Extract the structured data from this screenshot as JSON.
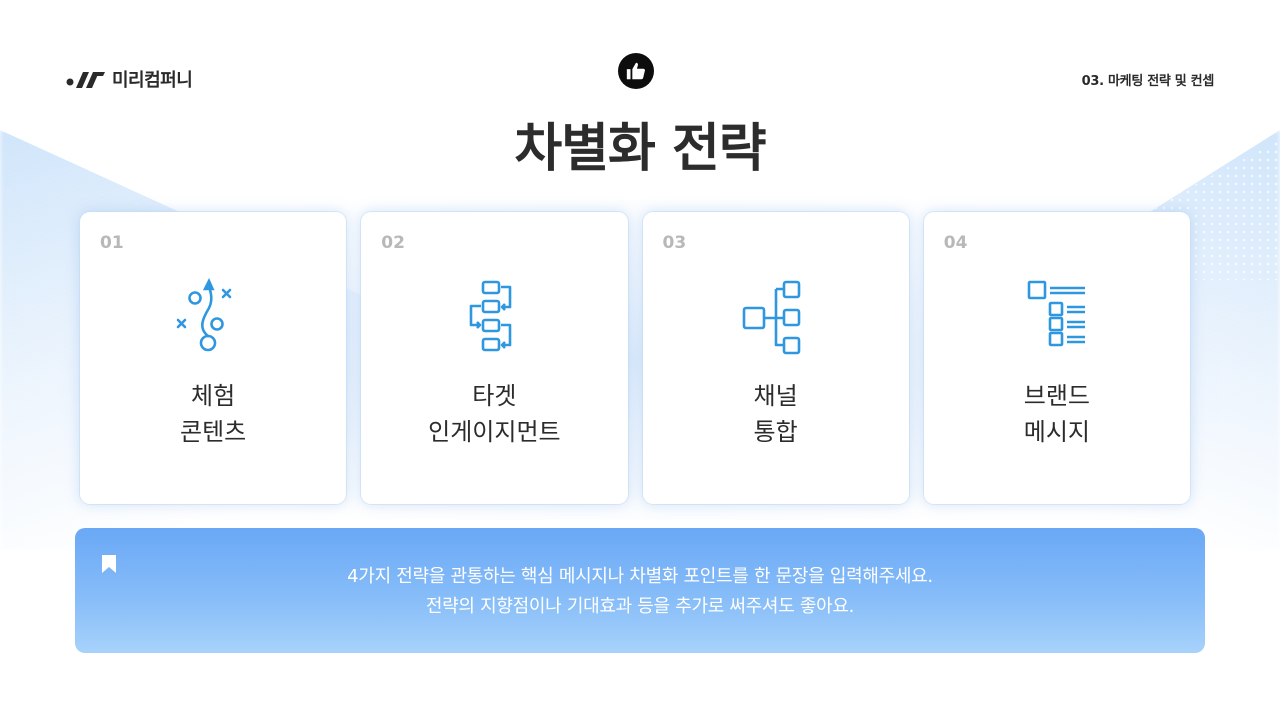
{
  "header": {
    "logo_text": "미리컴퍼니",
    "section_label": "03. 마케팅 전략 및 컨셉",
    "title": "차별화 전략",
    "title_icon": "thumbs-up-icon"
  },
  "cards": [
    {
      "number": "01",
      "icon": "strategy-play-icon",
      "label_line1": "체험",
      "label_line2": "콘텐츠"
    },
    {
      "number": "02",
      "icon": "flow-steps-icon",
      "label_line1": "타겟",
      "label_line2": "인게이지먼트"
    },
    {
      "number": "03",
      "icon": "hierarchy-icon",
      "label_line1": "채널",
      "label_line2": "통합"
    },
    {
      "number": "04",
      "icon": "checklist-icon",
      "label_line1": "브랜드",
      "label_line2": "메시지"
    }
  ],
  "summary": {
    "icon": "bookmark-icon",
    "line1": "4가지 전략을 관통하는 핵심 메시지나 차별화 포인트를 한 문장을 입력해주세요.",
    "line2": "전략의 지향점이나 기대효과 등을 추가로 써주셔도 좋아요."
  },
  "colors": {
    "accent_icon": "#2f97e0",
    "summary_top": "#6aa8f6",
    "summary_bottom": "#a7d2fb",
    "title_text": "#2c2c2c",
    "card_number": "#b8b8b8"
  }
}
